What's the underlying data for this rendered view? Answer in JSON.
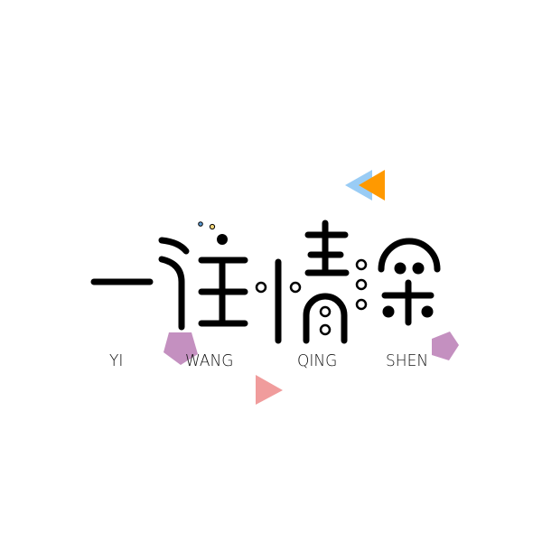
{
  "logo": {
    "chinese_text": "一往情深",
    "pinyin": [
      "YI",
      "WANG",
      "QING",
      "SHEN"
    ]
  },
  "colors": {
    "ink": "#000000",
    "blue_triangle": "#99ccf5",
    "orange_triangle": "#ff9900",
    "pink_triangle": "#f09c9c",
    "purple_pentagon": "#c490c0",
    "blue_dot": "#5b9bd5",
    "yellow_dot": "#f5d77a"
  }
}
